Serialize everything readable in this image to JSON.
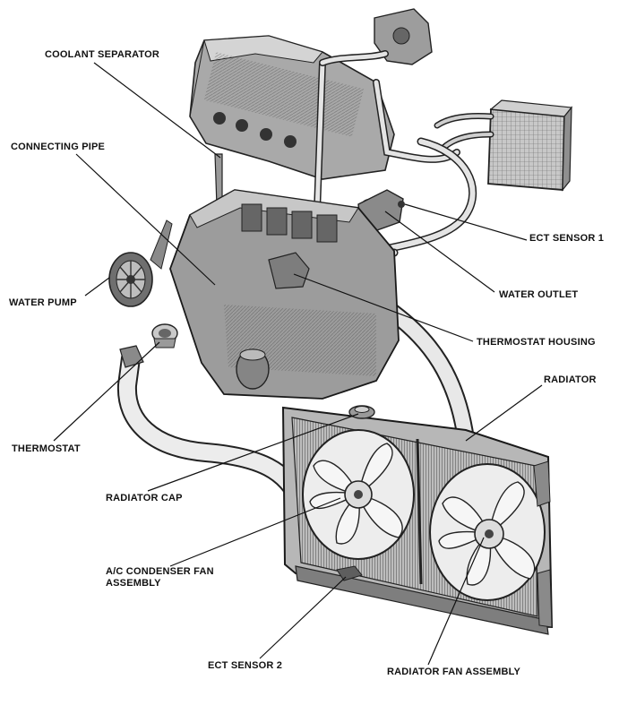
{
  "labels": {
    "coolant_separator": "COOLANT SEPARATOR",
    "connecting_pipe": "CONNECTING PIPE",
    "water_pump": "WATER PUMP",
    "thermostat": "THERMOSTAT",
    "radiator_cap": "RADIATOR CAP",
    "ac_condenser_fan_line1": "A/C CONDENSER FAN",
    "ac_condenser_fan_line2": "ASSEMBLY",
    "ect_sensor_2": "ECT SENSOR 2",
    "radiator_fan_assembly": "RADIATOR FAN ASSEMBLY",
    "ect_sensor_1": "ECT SENSOR 1",
    "water_outlet": "WATER OUTLET",
    "thermostat_housing": "THERMOSTAT HOUSING",
    "radiator": "RADIATOR"
  },
  "colors": {
    "ink": "#111111",
    "metal": "#9a9a9a",
    "metal_dark": "#4a4a4a",
    "hose": "#d6d6d6"
  }
}
